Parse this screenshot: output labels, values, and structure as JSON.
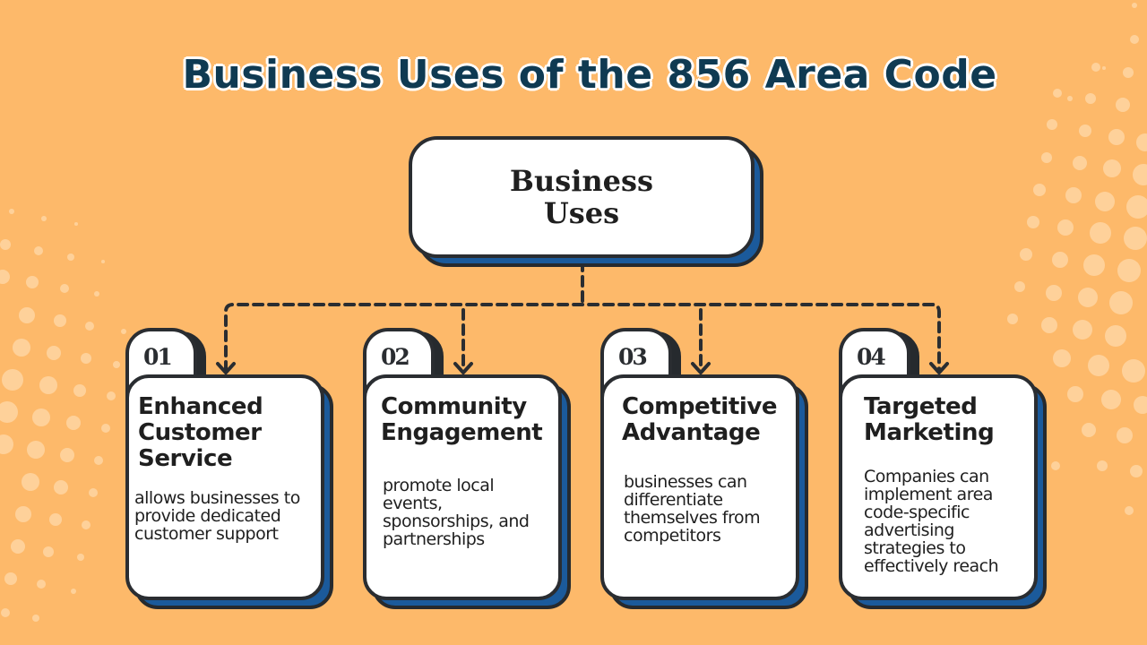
{
  "title": "Business Uses of the 856 Area Code",
  "root": {
    "label": "Business Uses"
  },
  "cards": [
    {
      "number": "01",
      "title": "Enhanced Customer Service",
      "description": "allows businesses to provide dedicated customer support"
    },
    {
      "number": "02",
      "title": "Community Engagement",
      "description": "promote local events, sponsorships, and partnerships"
    },
    {
      "number": "03",
      "title": "Competitive Advantage",
      "description": "businesses can differentiate themselves from competitors"
    },
    {
      "number": "04",
      "title": "Targeted Marketing",
      "description": "Companies can implement area code-specific advertising strategies to effectively reach"
    }
  ],
  "colors": {
    "background": "#FDB96A",
    "title_text": "#0F3A52",
    "card_face": "#FFFFFF",
    "card_shadow": "#1B5A9B",
    "outline": "#2A2D31",
    "dots": "#FFD9A8"
  }
}
